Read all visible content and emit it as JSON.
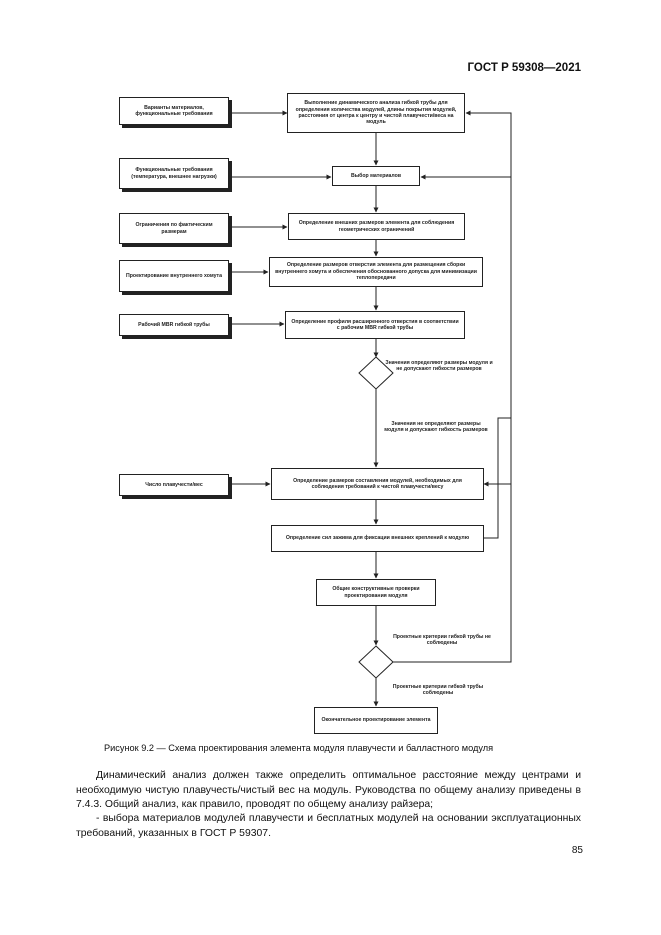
{
  "header": {
    "standard_code": "ГОСТ Р 59308—2021"
  },
  "flowchart": {
    "inputs": {
      "materials_requirements": "Варианты материалов, функциональные требования",
      "functional_requirements": "Функциональные требования (температура, внешнее нагрузки)",
      "diameter_limits": "Ограничения по фактическим размерам",
      "inner_clamp_config": "Проектирование внутреннего хомута",
      "mbr": "Рабочий MBR гибкой трубы",
      "buoyancy_counts": "Число плавучести/вес"
    },
    "steps": {
      "dynamic_analysis": "Выполнение динамического анализа гибкой трубы для определения количества модулей, длины покрытия модулей, расстояния от центра к центру и чистой плавучести/веса на модуль",
      "material_selection": "Выбор материалов",
      "outer_diameter": "Определение внешних размеров элемента для соблюдения геометрических ограничений",
      "bore_size": "Определение размеров отверстия элемента для размещения сборки внутреннего хомута и обеспечения обоснованного допуска для минимизации теплопередачи",
      "bore_profile": "Определение профиля расширенного отверстия в соответствии с рабочим MBR гибкой трубы",
      "module_dimensions": "Определение размеров составления модулей, необходимых для соблюдения требований к чистой плавучести/весу",
      "clamp_forces": "Определение сил зажима для фиксации внешних креплений к модулю",
      "general_requirements": "Общие конструктивные проверки проектирования модуля",
      "final_design": "Окончательное проектирование элемента"
    },
    "decisions": {
      "first_yes": "Значения определяют размеры модуля и не допускают гибкости размеров",
      "first_no": "Значения не определяют размеры модуля и допускают гибкость размеров",
      "second_no": "Проектные критерии гибкой трубы не соблюдены",
      "second_yes": "Проектные критерии гибкой трубы соблюдены"
    }
  },
  "caption": "Рисунок 9.2 — Схема проектирования элемента модуля плавучести и балластного модуля",
  "body": {
    "paragraph_1": "Динамический анализ должен также определить оптимальное расстояние между центрами и необходимую чистую плавучесть/чистый вес на модуль. Руководства по общему анализу приведены в 7.4.3. Общий анализ, как правило, проводят по общему анализу райзера;",
    "paragraph_2": "- выбора материалов модулей плавучести и бесплатных модулей на основании эксплуатационных требований, указанных в ГОСТ Р 59307."
  },
  "page_number": "85",
  "colors": {
    "ink": "#222222",
    "text": "#111111",
    "background": "#ffffff"
  }
}
